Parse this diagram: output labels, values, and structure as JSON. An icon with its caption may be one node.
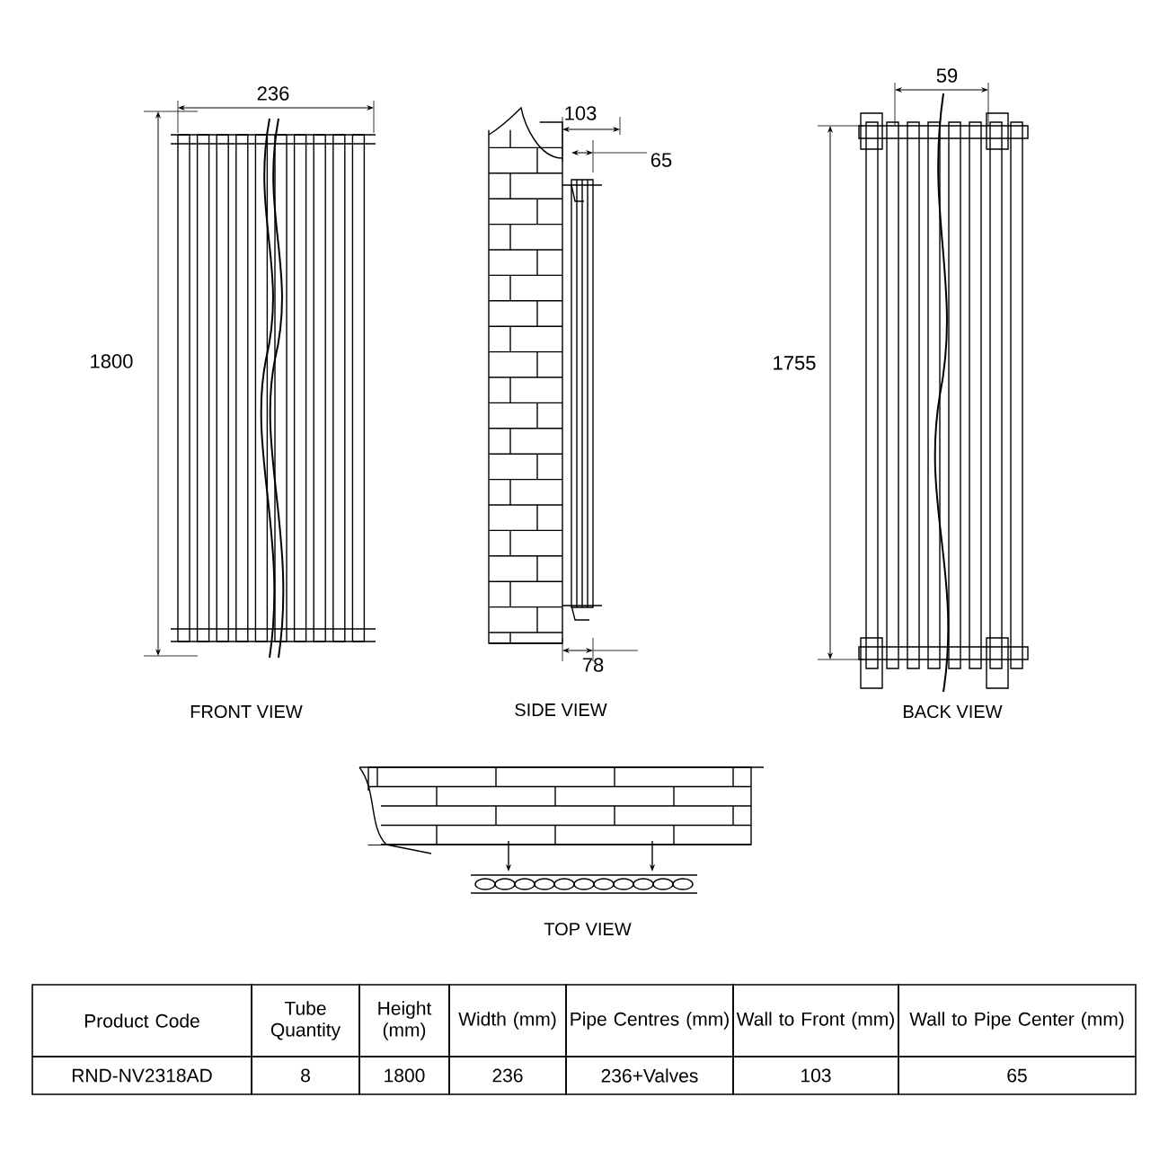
{
  "diagram": {
    "labels": [
      "236",
      "1800",
      "103",
      "65",
      "78",
      "59",
      "1755",
      "FRONT VIEW",
      "SIDE VIEW",
      "BACK VIEW",
      "TOP VIEW",
      "Product Code",
      "Tube Quantity",
      "Height (mm)",
      "Width (mm)",
      "Pipe Centres (mm)",
      "Wall to Front (mm)",
      "Wall to Pipe Center (mm)",
      "RND-NV2318AD",
      "8",
      "1800",
      "236",
      "236+Valves",
      "103",
      "65"
    ]
  }
}
